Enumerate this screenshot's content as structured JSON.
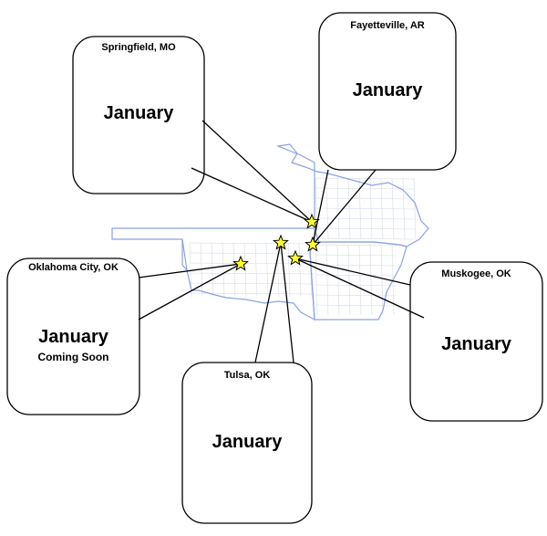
{
  "map": {
    "state_border_color": "#8aa2e0",
    "county_line_color": "#d6dbea",
    "callout_border_color": "#000000",
    "star_fill_color": "#ffff33",
    "star_stroke_color": "#000000"
  },
  "callouts": [
    {
      "id": "springfield",
      "city": "Springfield, MO",
      "month": "January",
      "note": "",
      "marker_icon": "star-icon"
    },
    {
      "id": "fayetteville",
      "city": "Fayetteville, AR",
      "month": "January",
      "note": "",
      "marker_icon": "star-icon"
    },
    {
      "id": "oklahoma-city",
      "city": "Oklahoma City, OK",
      "month": "January",
      "note": "Coming Soon",
      "marker_icon": "star-icon"
    },
    {
      "id": "muskogee",
      "city": "Muskogee, OK",
      "month": "January",
      "note": "",
      "marker_icon": "star-icon"
    },
    {
      "id": "tulsa",
      "city": "Tulsa, OK",
      "month": "January",
      "note": "",
      "marker_icon": "star-icon"
    }
  ]
}
